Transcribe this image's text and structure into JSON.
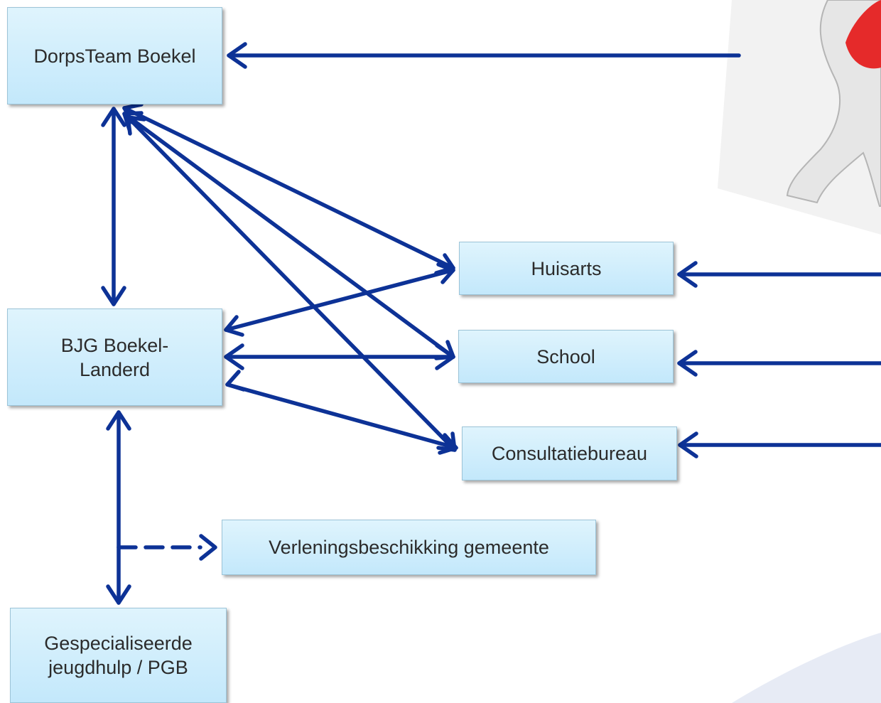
{
  "nodes": {
    "dorpsteam": "DorpsTeam Boekel",
    "bjg": "BJG Boekel-\nLanderd",
    "huisarts": "Huisarts",
    "school": "School",
    "consultatiebureau": "Consultatiebureau",
    "verlening": "Verleningsbeschikking gemeente",
    "gespecialiseerd": "Gespecialiseerde\njeugdhulp / PGB"
  },
  "colors": {
    "arrow": "#0d3296",
    "node_fill": "#cbeafb",
    "node_border": "#9cc4d8",
    "text": "#2b2b2b"
  },
  "decor": {
    "top_right_image": "figure-with-red-heart-illustration"
  }
}
